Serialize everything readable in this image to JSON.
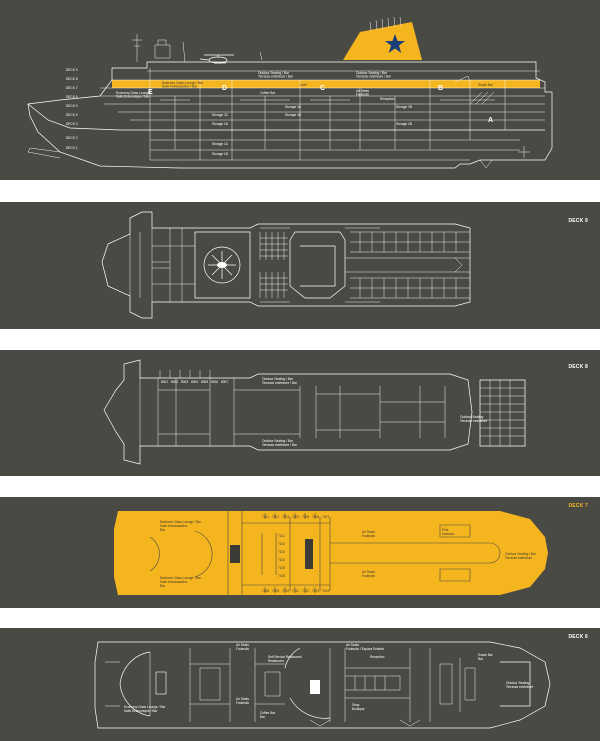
{
  "colors": {
    "background": "#4a4a44",
    "accent": "#f5b51f",
    "line": "#ffffff",
    "star": "#1c3f78"
  },
  "profile": {
    "deck_labels": [
      "DECK 9",
      "DECK 8",
      "DECK 7",
      "DECK 6",
      "DECK 5",
      "DECK 4",
      "DECK 3",
      "DECK 2",
      "DECK 1"
    ],
    "zone_letters": [
      "E",
      "D",
      "C",
      "B",
      "A"
    ],
    "labels": {
      "lounge": "Business Class Lounge / Bar",
      "lounge_sub": "Salle Ambassadeur / Bar",
      "outdoor1": "Outdoor Seating / Bar",
      "outdoor1_sub": "Terrasse extérieure / Bar",
      "outdoor2": "Outdoor Seating / Bar",
      "outdoor2_sub": "Terrasse extérieure / Bar",
      "cafe": "Café",
      "snack": "Snack Bar",
      "economy": "Economy Class Lounge",
      "economy_sub": "Salle Economique / Bar",
      "airseats": "Air Seats",
      "airseats_sub": "Fauteuils",
      "reception": "Reception",
      "coffee": "Coffee Bar",
      "storage1": "Storage 3A",
      "storage2": "Storage 3B",
      "storage3": "Storage 3C",
      "storage4": "Storage 3D",
      "storage5": "Storage 2A",
      "storage6": "Storage 2B",
      "storage7": "Storage 1A",
      "storage8": "Storage 1B"
    }
  },
  "deck9": {
    "title": "DECK 9"
  },
  "deck8": {
    "title": "DECK 8",
    "cabins": [
      "8001",
      "8002",
      "8003",
      "8004",
      "8005",
      "8006",
      "8007"
    ],
    "outdoor_top": "Outdoor Seating / Bar",
    "outdoor_top_sub": "Terrasse extérieure / Bar",
    "outdoor_bottom": "Outdoor Seating / Bar",
    "outdoor_bottom_sub": "Terrasse extérieure / Bar",
    "outdoor_aft": "Outdoor Seating",
    "outdoor_aft_sub": "Terrasse extérieure"
  },
  "deck7": {
    "title": "DECK 7",
    "lounge_top": "Business Class Lounge / Bar",
    "lounge_top_sub": "Salle Ambassadeur",
    "lounge_top_sub2": "Bar",
    "lounge_bottom": "Business Class Lounge / Bar",
    "lounge_bottom_sub": "Salle Ambassadeur",
    "lounge_bottom_sub2": "Bar",
    "cabins_top": [
      "7001",
      "7002",
      "7003",
      "7004",
      "7005",
      "7006",
      "7007"
    ],
    "cabins_bottom": [
      "7008",
      "7009",
      "7010",
      "7011",
      "7012",
      "7013",
      "7014"
    ],
    "cabins_mid": [
      "7101",
      "7102",
      "7103",
      "7104",
      "7105",
      "7106"
    ],
    "airseats_top": "Air Seats",
    "airseats_top_sub": "Fauteuils",
    "airseats_bottom": "Air Seats",
    "airseats_bottom_sub": "Fauteuils",
    "pets": "Pets",
    "pets_sub": "Animaux",
    "outdoor": "Outdoor Seating / Bar",
    "outdoor_sub": "Terrasse extérieure"
  },
  "deck6": {
    "title": "DECK 6",
    "airseats_top": "Air Seats",
    "airseats_top_sub": "Fauteuils",
    "airseats_top2": "Air Seats",
    "airseats_top2_sub": "Fauteuils / Espace Enfants",
    "self_service": "Self Service Restaurant",
    "self_service_sub": "Restaurant",
    "economy": "Economy Class Lounge / Bar",
    "economy_sub": "Salle Economique / Bar",
    "coffee": "Coffee Bar",
    "coffee_sub": "Bar",
    "airseats_bottom": "Air Seats",
    "airseats_bottom_sub": "Fauteuils",
    "reception": "Reception",
    "snack": "Snack Bar",
    "snack_sub": "Bar",
    "outdoor": "Outdoor Seating",
    "outdoor_sub": "Terrasse extérieure",
    "shop": "Shop",
    "shop_sub": "Boutique"
  }
}
